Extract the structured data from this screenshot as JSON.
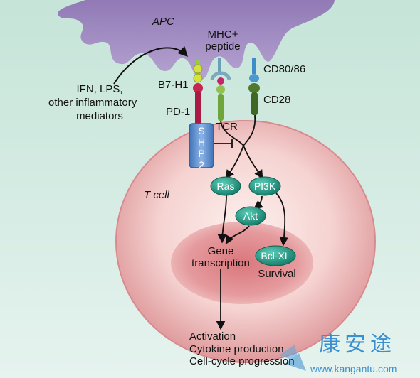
{
  "cells": {
    "apc_label": "APC",
    "tcell_label": "T cell"
  },
  "ligands": {
    "mhc_peptide": [
      "MHC+",
      "peptide"
    ],
    "b7h1": "B7-H1",
    "cd80_86": "CD80/86"
  },
  "receptors": {
    "pd1": "PD-1",
    "tcr": "TCR",
    "cd28": "CD28"
  },
  "stimuli": [
    "IFN, LPS,",
    "other inflammatory",
    "mediators"
  ],
  "signaling": {
    "shp2": "SHP2",
    "ras": "Ras",
    "pi3k": "PI3K",
    "akt": "Akt",
    "bclxl": "Bcl-XL"
  },
  "outcomes": {
    "gene_transcription": [
      "Gene",
      "transcription"
    ],
    "survival": "Survival",
    "effects": [
      "Activation",
      "Cytokine production",
      "Cell-cycle progression"
    ]
  },
  "watermark": {
    "chinese": "康安途",
    "url": "www.kangantu.com"
  },
  "colors": {
    "apc": "#9e86c0",
    "cell_edge": "#d88a8e",
    "nucleus": "#d0767a",
    "node": "#1f9a86",
    "shp2": "#4f86c6",
    "pd1": "#b01c48"
  }
}
